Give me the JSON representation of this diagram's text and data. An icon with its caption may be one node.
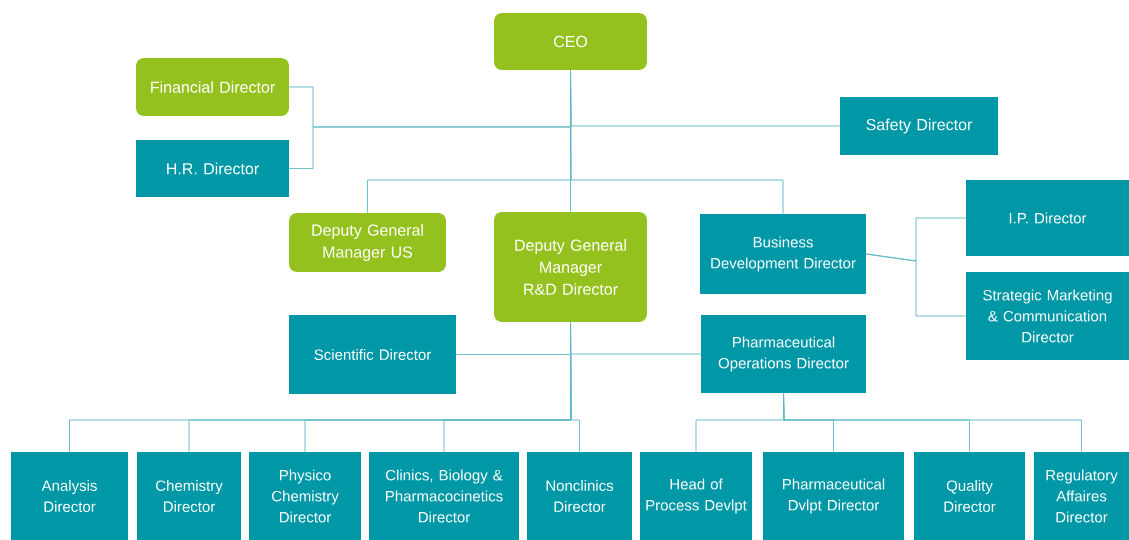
{
  "diagram": {
    "nodes": [
      {
        "text": [
          "CEO"
        ]
      },
      {
        "text": [
          "Financial Director"
        ]
      },
      {
        "text": [
          "H.R. Director"
        ]
      },
      {
        "text": [
          "Safety Director"
        ]
      },
      {
        "text": [
          "Deputy General Manager US"
        ]
      },
      {
        "text": [
          "Deputy General Manager R&D Director"
        ]
      },
      {
        "text": [
          "Business Development Director"
        ]
      },
      {
        "text": [
          "I.P. Director"
        ]
      },
      {
        "text": [
          "Strategic Marketing & Communication Director"
        ]
      },
      {
        "text": [
          "Scientific Director"
        ]
      },
      {
        "text": [
          "Pharmaceutical Operations Director"
        ]
      },
      {
        "text": [
          "Analysis Director"
        ]
      },
      {
        "text": [
          "Chemistry Director"
        ]
      },
      {
        "text": [
          "Physico Chemistry Director"
        ]
      },
      {
        "text": [
          "Clinics, Biology & Pharmacocinetics Director"
        ]
      },
      {
        "text": [
          "Nonclinics Director"
        ]
      },
      {
        "text": [
          "Head of Process Devlpt"
        ]
      },
      {
        "text": [
          "Pharmaceutical Dvlpt Director"
        ]
      },
      {
        "text": [
          "Quality Director"
        ]
      },
      {
        "text": [
          "Regulatory Affaires Director"
        ]
      }
    ],
    "edges": [
      {
        "from": 0,
        "to": 1,
        "arrow": "none"
      },
      {
        "from": 0,
        "to": 2,
        "arrow": "none"
      },
      {
        "from": 0,
        "to": 3,
        "arrow": "none"
      },
      {
        "from": 0,
        "to": 4,
        "arrow": "none"
      },
      {
        "from": 0,
        "to": 5,
        "arrow": "none"
      },
      {
        "from": 0,
        "to": 6,
        "arrow": "none"
      },
      {
        "from": 6,
        "to": 7,
        "arrow": "none"
      },
      {
        "from": 6,
        "to": 8,
        "arrow": "none"
      },
      {
        "from": 5,
        "to": 9,
        "arrow": "none"
      },
      {
        "from": 5,
        "to": 10,
        "arrow": "none"
      },
      {
        "from": 5,
        "to": 11,
        "arrow": "none"
      },
      {
        "from": 5,
        "to": 12,
        "arrow": "none"
      },
      {
        "from": 5,
        "to": 13,
        "arrow": "none"
      },
      {
        "from": 5,
        "to": 14,
        "arrow": "none"
      },
      {
        "from": 5,
        "to": 15,
        "arrow": "none"
      },
      {
        "from": 10,
        "to": 16,
        "arrow": "none"
      },
      {
        "from": 10,
        "to": 17,
        "arrow": "none"
      },
      {
        "from": 10,
        "to": 18,
        "arrow": "none"
      },
      {
        "from": 10,
        "to": 19,
        "arrow": "none"
      }
    ]
  }
}
